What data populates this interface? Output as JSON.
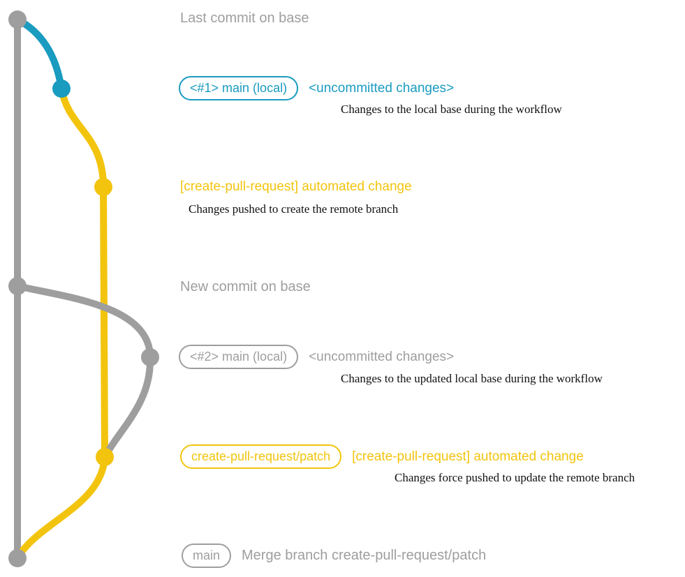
{
  "colors": {
    "gray": "#9e9e9e",
    "blue": "#1a9bc0",
    "yellow": "#f2c40e",
    "ink": "#111111"
  },
  "graph": {
    "top": {
      "label": "Last commit on base"
    },
    "main1": {
      "pill": "<#1> main (local)",
      "status": "<uncommitted changes>",
      "desc": "Changes to the local base during the workflow"
    },
    "cpr1": {
      "title": "[create-pull-request] automated change",
      "desc": "Changes pushed to create the remote branch"
    },
    "newbase": {
      "label": "New commit on base"
    },
    "main2": {
      "pill": "<#2> main (local)",
      "status": "<uncommitted changes>",
      "desc": "Changes to the updated local base during the workflow"
    },
    "patch": {
      "pill": "create-pull-request/patch",
      "title": "[create-pull-request] automated change",
      "desc": "Changes force pushed to update the remote branch"
    },
    "merge": {
      "pill": "main",
      "text": "Merge branch create-pull-request/patch"
    }
  }
}
